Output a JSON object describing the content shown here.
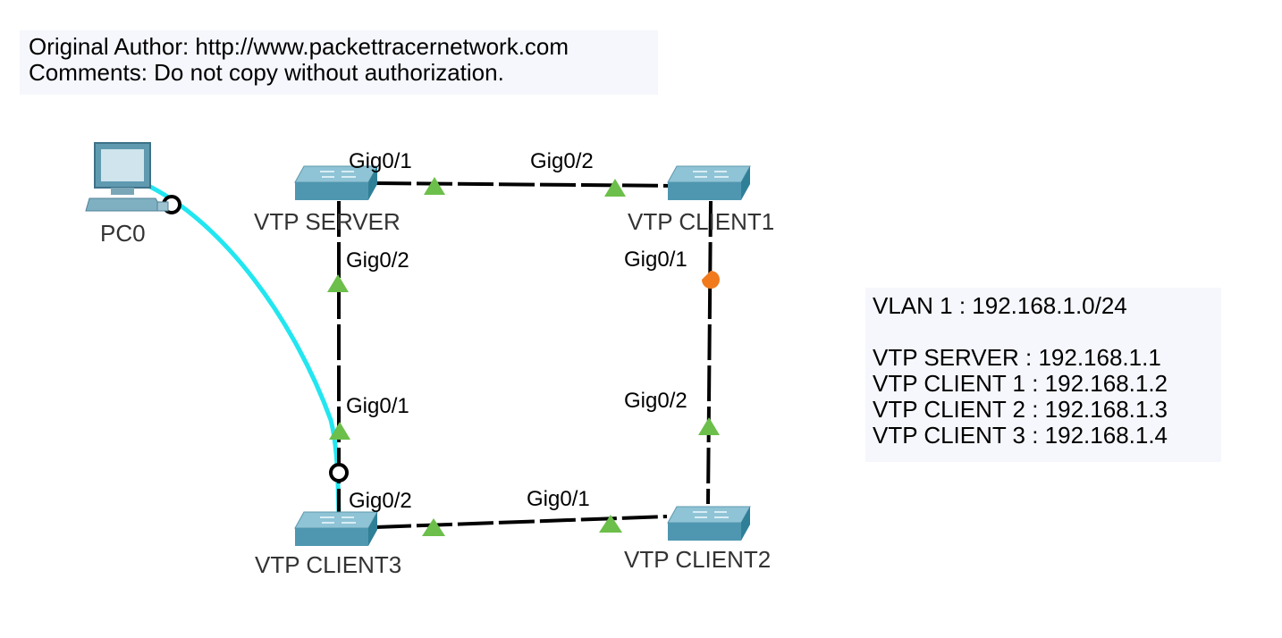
{
  "note_author": {
    "lines": [
      "Original Author: http://www.packettracernetwork.com",
      "Comments: Do not copy without authorization."
    ]
  },
  "note_vlan": {
    "title": "VLAN 1 : 192.168.1.0/24",
    "lines": [
      "VTP SERVER : 192.168.1.1",
      "VTP CLIENT 1 : 192.168.1.2",
      "VTP CLIENT 2 : 192.168.1.3",
      "VTP CLIENT 3 : 192.168.1.4"
    ]
  },
  "devices": {
    "pc0": "PC0",
    "server": "VTP SERVER",
    "client1": "VTP CLIENT1",
    "client2": "VTP CLIENT2",
    "client3": "VTP CLIENT3"
  },
  "ports": {
    "server_right": "Gig0/1",
    "server_down": "Gig0/2",
    "client1_left": "Gig0/2",
    "client1_down": "Gig0/1",
    "client2_up": "Gig0/2",
    "client2_left": "Gig0/1",
    "client3_up": "Gig0/1",
    "client3_right": "Gig0/2"
  },
  "colors": {
    "link_up": "#6cbf4a",
    "link_blocked": "#f07a1c",
    "crossover": "#000000",
    "console": "#22e6f0",
    "switch_top": "#8fc3d6",
    "switch_side": "#2f7f97"
  }
}
